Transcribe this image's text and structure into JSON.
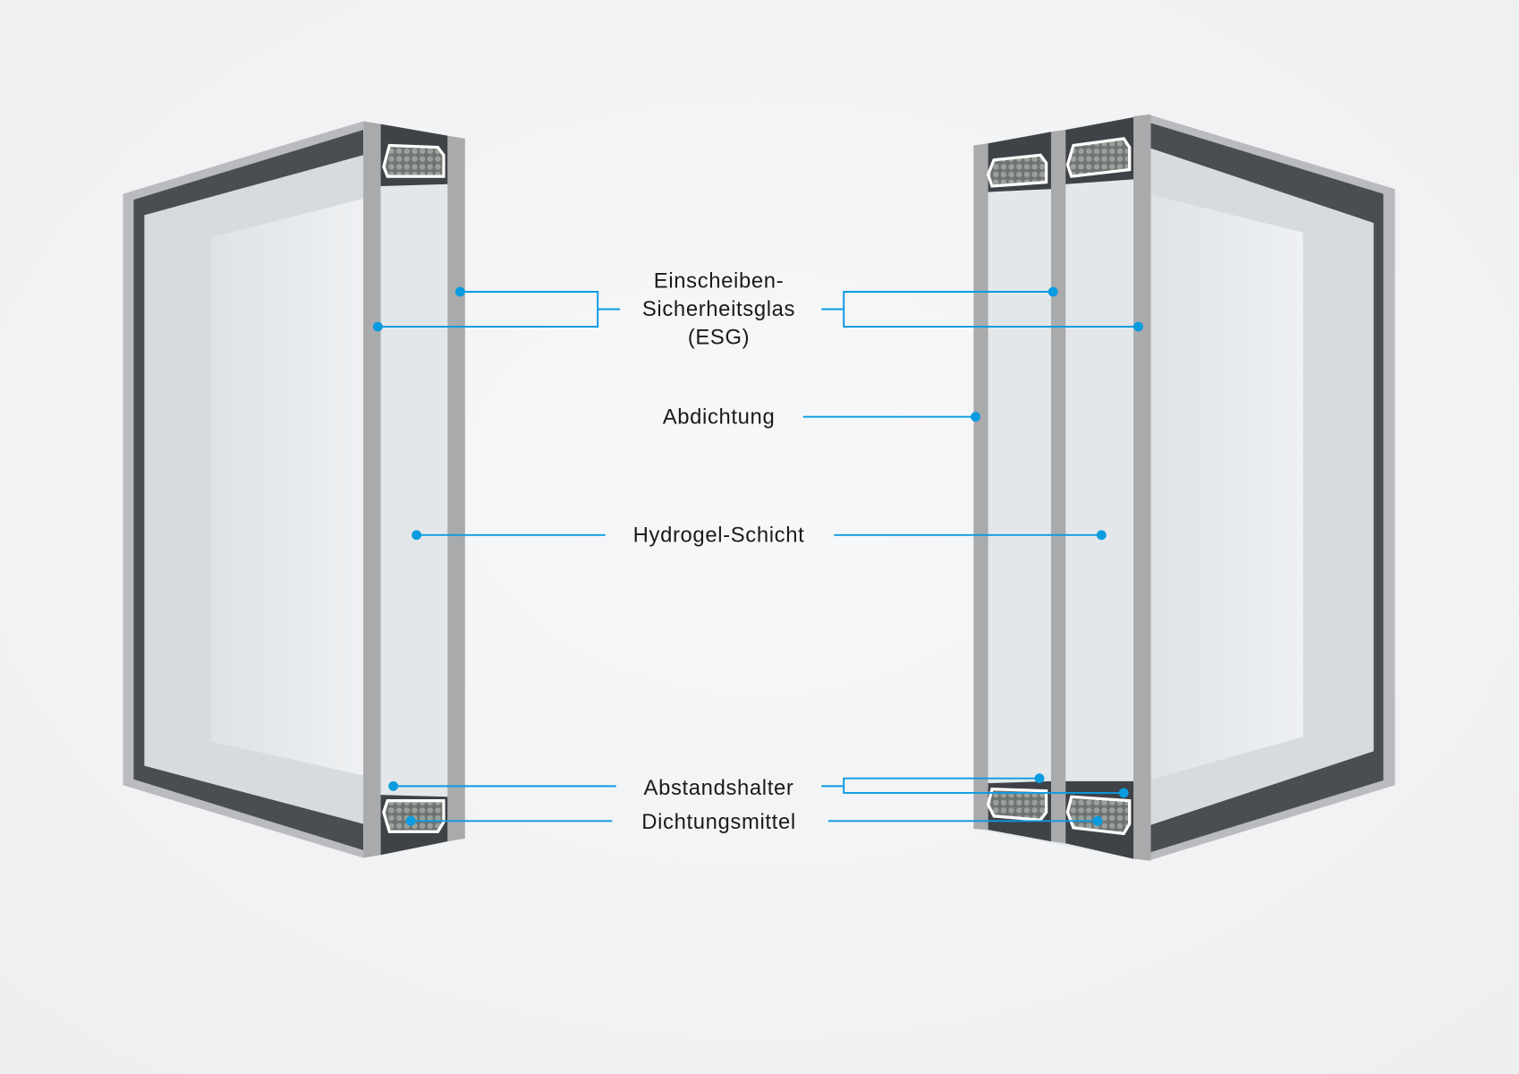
{
  "labels": {
    "esg_line1": "Einscheiben-",
    "esg_line2": "Sicherheitsglas",
    "esg_line3": "(ESG)",
    "abdichtung": "Abdichtung",
    "hydrogel": "Hydrogel-Schicht",
    "abstandshalter": "Abstandshalter",
    "dichtungsmittel": "Dichtungsmittel"
  },
  "colors": {
    "background": "#f3f4f6",
    "callout": "#0a9be0",
    "frame_dark": "#4a4d52"
  }
}
